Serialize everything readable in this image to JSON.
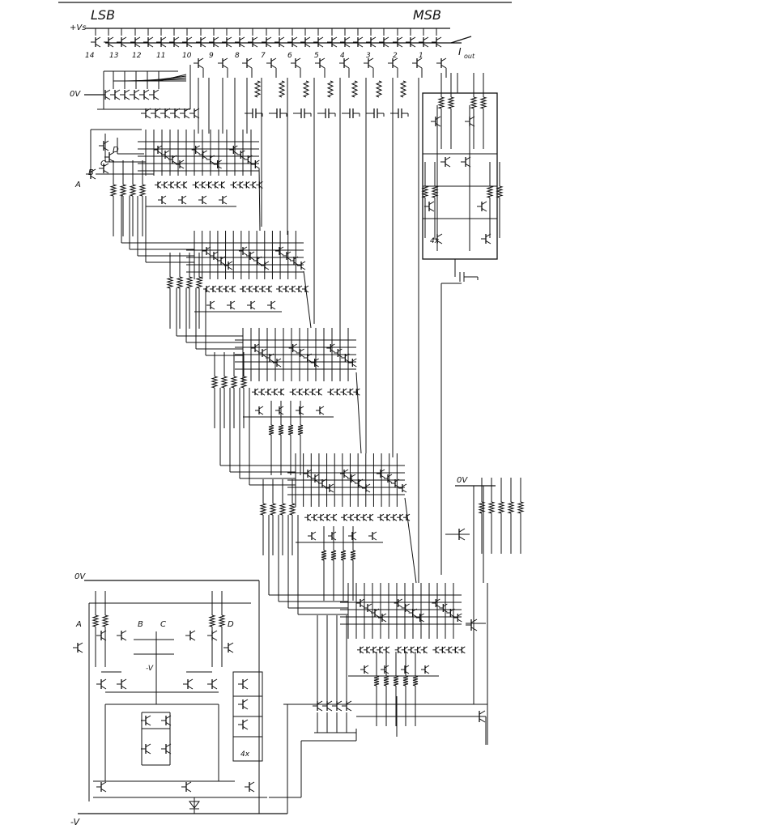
{
  "header": {
    "lsb": "LSB",
    "msb": "MSB"
  },
  "top": {
    "vs": "+Vs",
    "ov": "0V",
    "iout": "I",
    "iout_sub": "out"
  },
  "bit_labels": [
    "14",
    "13",
    "12",
    "11",
    "10",
    "9",
    "8",
    "7",
    "6",
    "5",
    "4",
    "3",
    "2",
    "1"
  ],
  "inputs": {
    "a": "A",
    "b": "B",
    "c": "C",
    "d": "D"
  },
  "lower_left": {
    "ov": "0V",
    "a": "A",
    "b": "B",
    "c": "C",
    "d": "D",
    "neg_v": "-V",
    "mult": "4x"
  },
  "right": {
    "mult": "4x",
    "ov": "0V"
  },
  "bottom": {
    "neg_v": "-V"
  }
}
